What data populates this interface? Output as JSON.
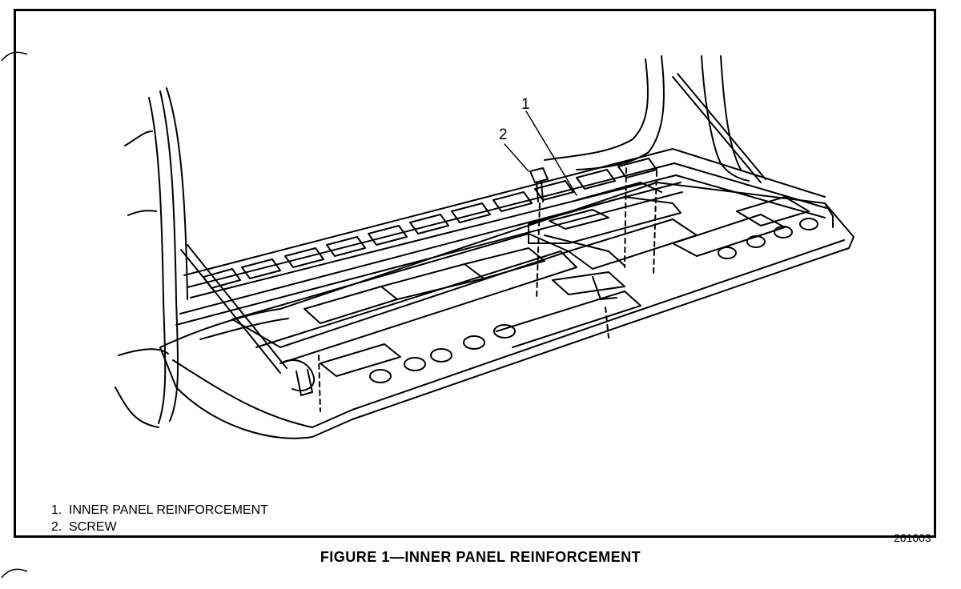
{
  "callouts": [
    {
      "id": "1",
      "text": "1"
    },
    {
      "id": "2",
      "text": "2"
    }
  ],
  "legend": [
    {
      "number": "1.",
      "text": "INNER PANEL REINFORCEMENT"
    },
    {
      "number": "2.",
      "text": "SCREW"
    }
  ],
  "figure_number": "261003",
  "caption": "FIGURE 1—INNER PANEL REINFORCEMENT",
  "colors": {
    "ink": "#000000",
    "paper": "#ffffff"
  }
}
